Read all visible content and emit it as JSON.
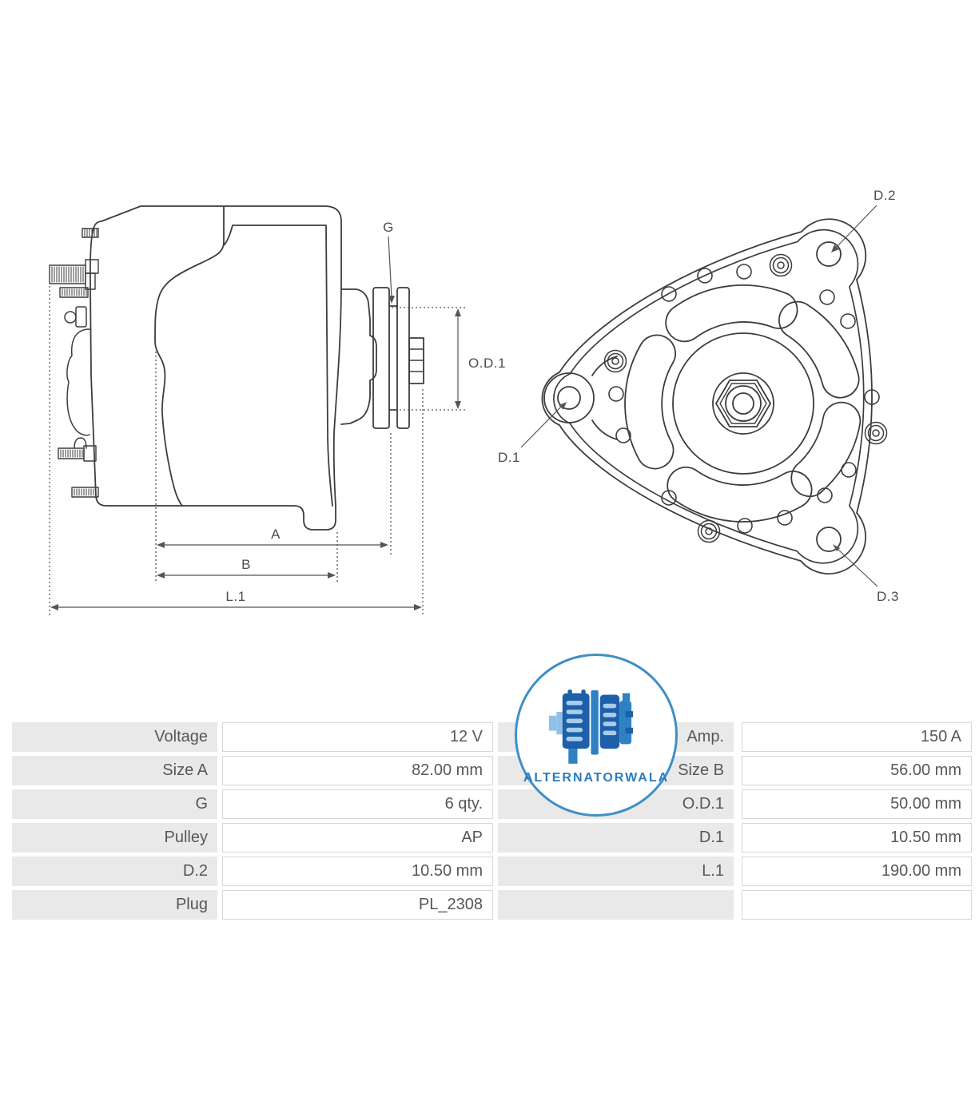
{
  "drawing": {
    "labels": {
      "g": "G",
      "od1": "O.D.1",
      "a": "A",
      "b": "B",
      "l1": "L.1",
      "d1": "D.1",
      "d2": "D.2",
      "d3": "D.3"
    }
  },
  "logo": {
    "text": "ALTERNATORWALA"
  },
  "table": {
    "left": [
      {
        "label": "Voltage",
        "value": "12 V"
      },
      {
        "label": "Size A",
        "value": "82.00 mm"
      },
      {
        "label": "G",
        "value": "6 qty."
      },
      {
        "label": "Pulley",
        "value": "AP"
      },
      {
        "label": "D.2",
        "value": "10.50 mm"
      },
      {
        "label": "Plug",
        "value": "PL_2308"
      }
    ],
    "right": [
      {
        "label": "Amp.",
        "value": "150 A"
      },
      {
        "label": "Size B",
        "value": "56.00 mm"
      },
      {
        "label": "O.D.1",
        "value": "50.00 mm"
      },
      {
        "label": "D.1",
        "value": "10.50 mm"
      },
      {
        "label": "L.1",
        "value": "190.00 mm"
      },
      {
        "label": "",
        "value": ""
      }
    ]
  },
  "colors": {
    "line": "#3d3d3d",
    "dimension": "#555555",
    "accent_blue": "#2a7cc0",
    "logo_border": "#3f8fc6",
    "table_label_bg": "#e9e9e9",
    "table_border": "#d7d7d7",
    "text": "#575757"
  }
}
